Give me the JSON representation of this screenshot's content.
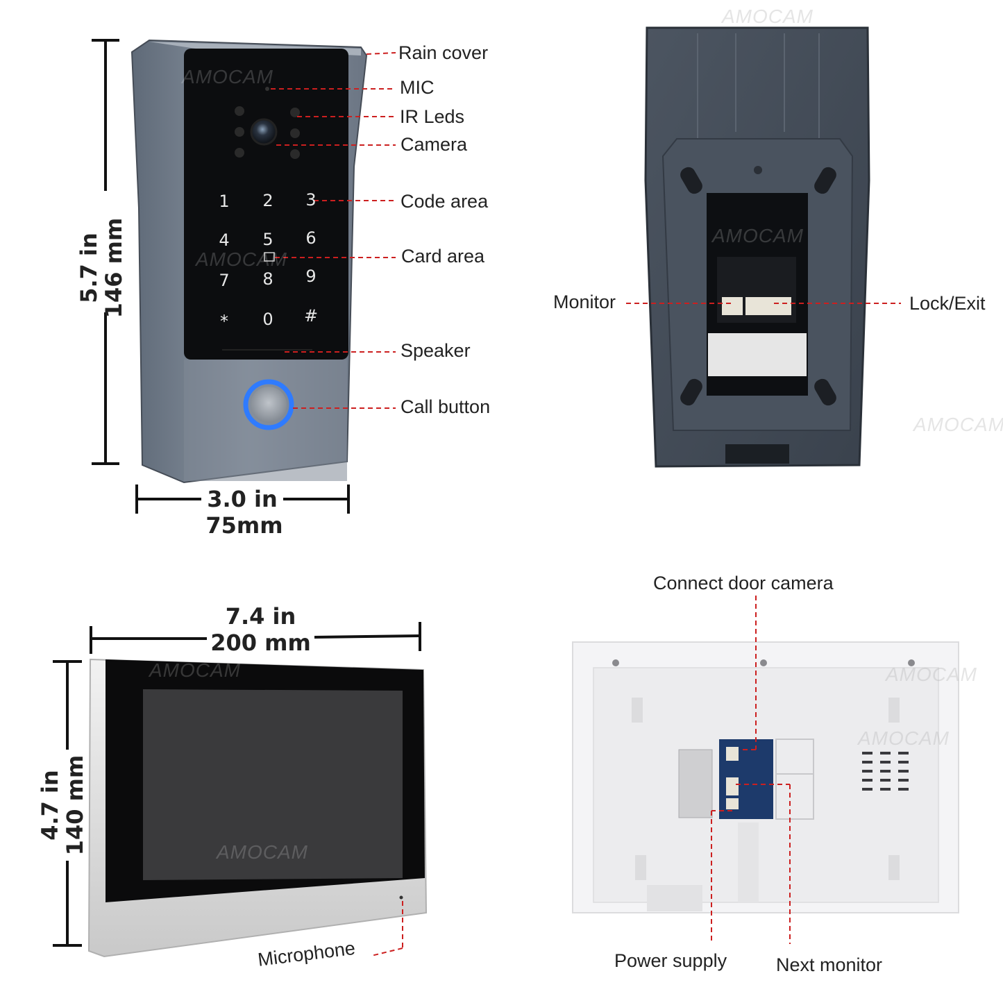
{
  "doorbell": {
    "callouts": {
      "rain_cover": "Rain cover",
      "mic": "MIC",
      "ir_leds": "IR Leds",
      "camera": "Camera",
      "code_area": "Code area",
      "card_area": "Card area",
      "speaker": "Speaker",
      "call_button": "Call button"
    },
    "keys": [
      "1",
      "2",
      "3",
      "4",
      "5",
      "6",
      "7",
      "8",
      "9",
      "*",
      "0",
      "#"
    ],
    "height_in": "5.7 in",
    "height_mm": "146 mm",
    "width_in": "3.0 in",
    "width_mm": "75mm",
    "call_ring_color": "#2f7bff"
  },
  "backplate": {
    "callouts": {
      "monitor": "Monitor",
      "lock_exit": "Lock/Exit"
    }
  },
  "monitor_front": {
    "width_in": "7.4 in",
    "width_mm": "200 mm",
    "height_in": "4.7 in",
    "height_mm": "140 mm",
    "microphone": "Microphone"
  },
  "monitor_back": {
    "callouts": {
      "connect_door_camera": "Connect door camera",
      "power_supply": "Power supply",
      "next_monitor": "Next monitor"
    }
  },
  "watermark": "AMOCAM",
  "colors": {
    "callout_line": "#cc1f1f",
    "dimension_line": "#111111"
  }
}
